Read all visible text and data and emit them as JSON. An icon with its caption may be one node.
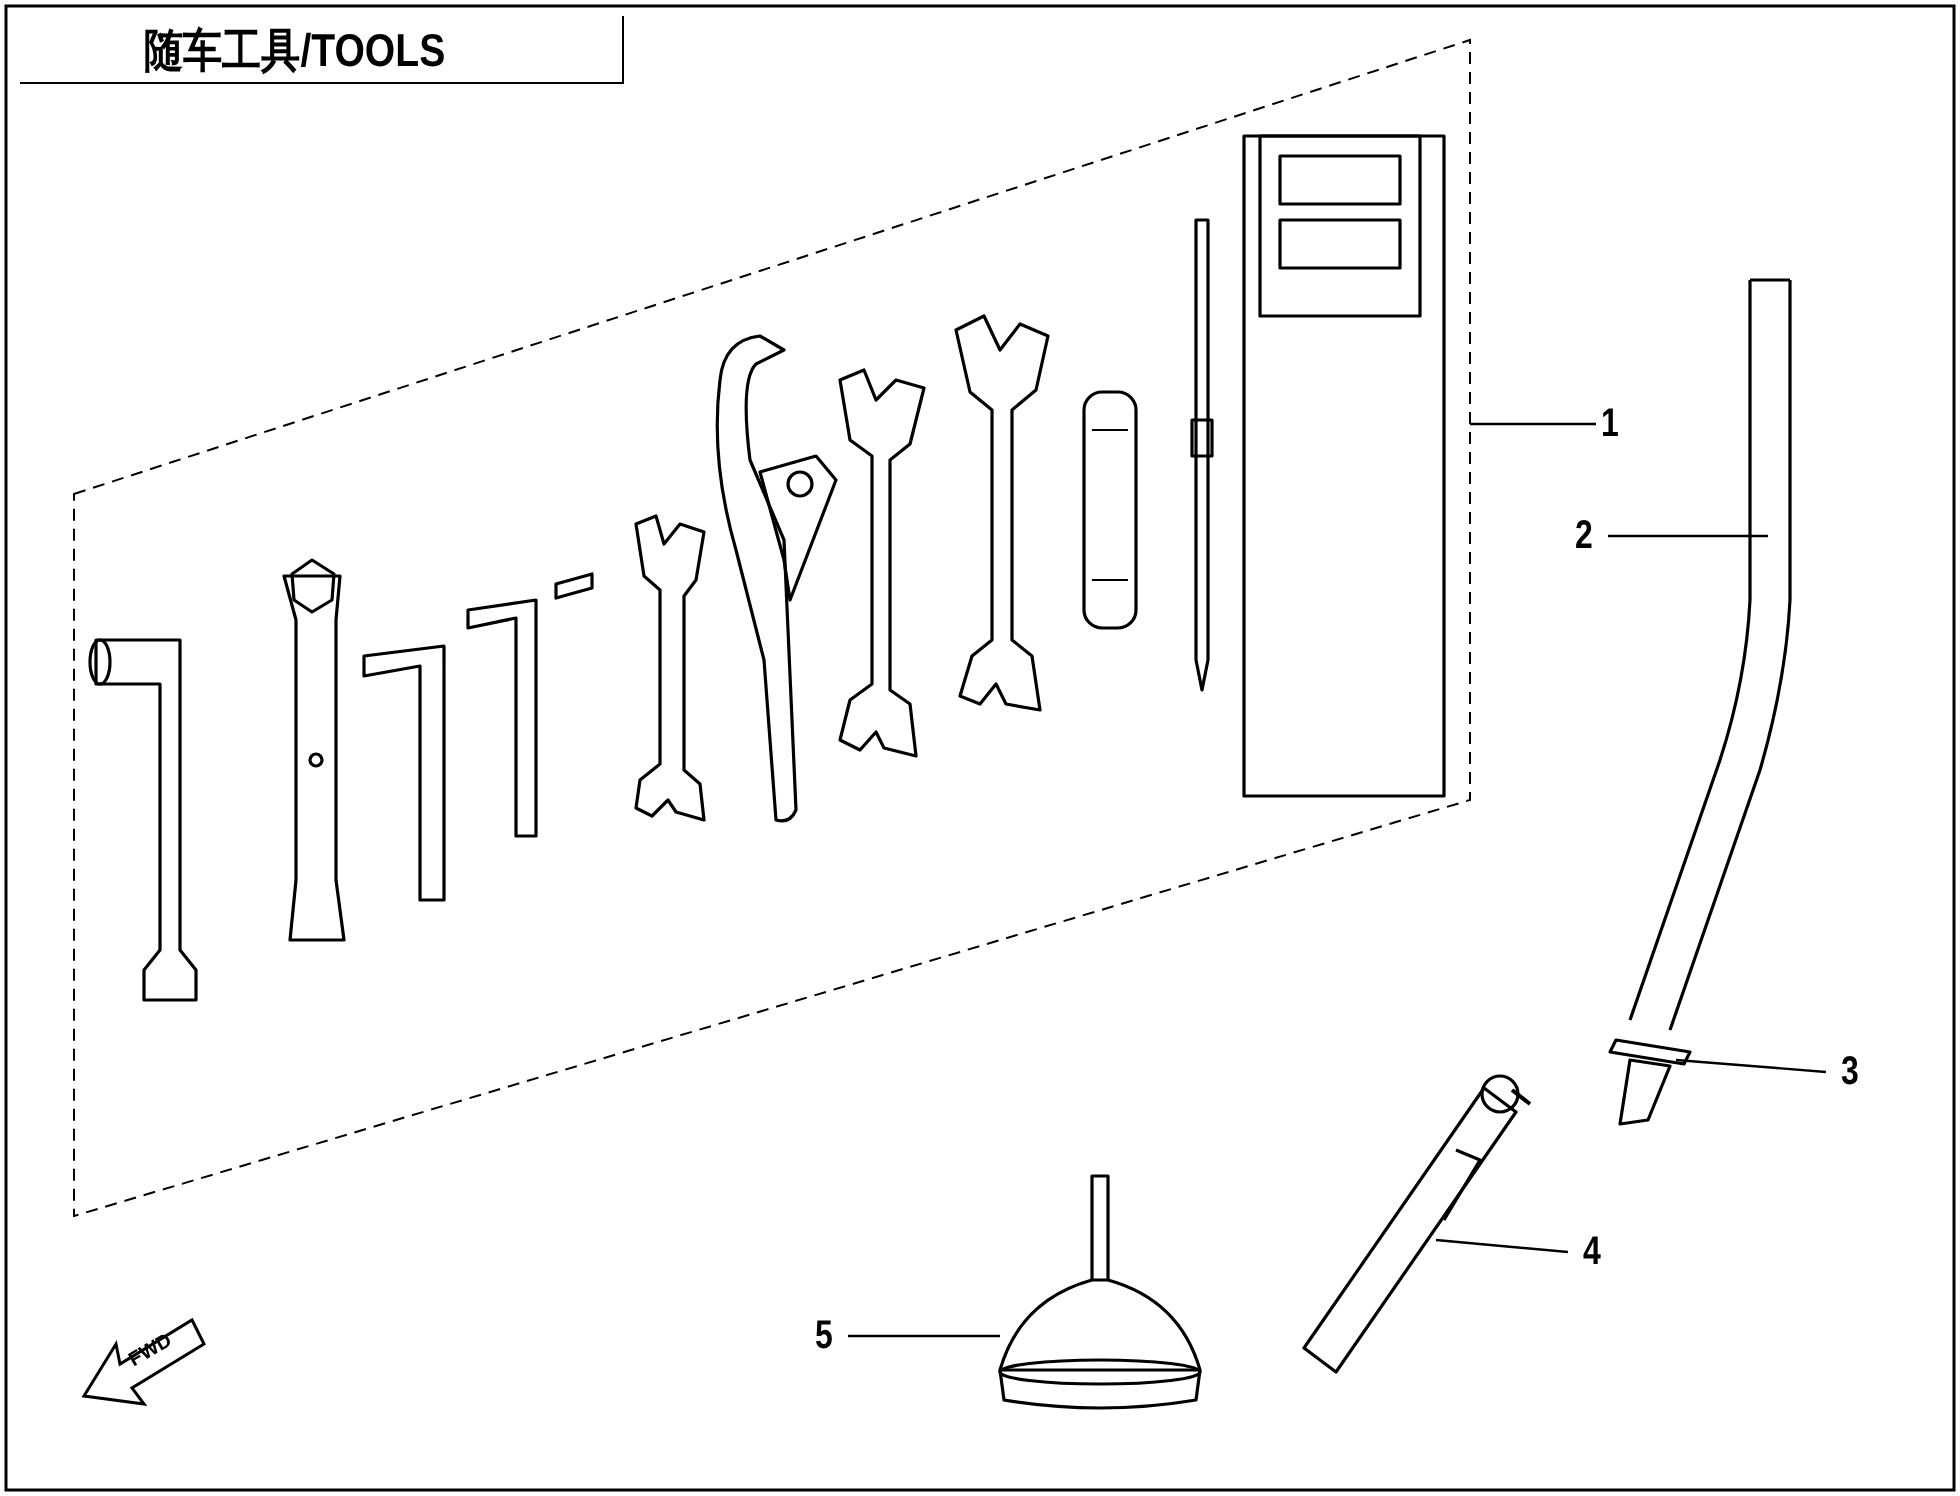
{
  "diagram": {
    "title": "随车工具/TOOLS",
    "nodes": [
      {
        "text": [
          "1"
        ]
      },
      {
        "text": [
          "2"
        ]
      },
      {
        "text": [
          "3"
        ]
      },
      {
        "text": [
          "4"
        ]
      },
      {
        "text": [
          "5"
        ]
      },
      {
        "text": [],
        "shape": "picture"
      },
      {
        "text": [],
        "shape": "picture"
      },
      {
        "text": [],
        "shape": "picture"
      },
      {
        "text": [],
        "shape": "picture"
      },
      {
        "text": [],
        "shape": "picture"
      }
    ],
    "edges": [
      {
        "from": 0,
        "to": 5,
        "arrow": "none"
      },
      {
        "from": 1,
        "to": 6,
        "arrow": "none"
      },
      {
        "from": 2,
        "to": 7,
        "arrow": "none"
      },
      {
        "from": 3,
        "to": 8,
        "arrow": "none"
      },
      {
        "from": 4,
        "to": 9,
        "arrow": "none"
      }
    ],
    "labels": [
      "FWD"
    ]
  }
}
